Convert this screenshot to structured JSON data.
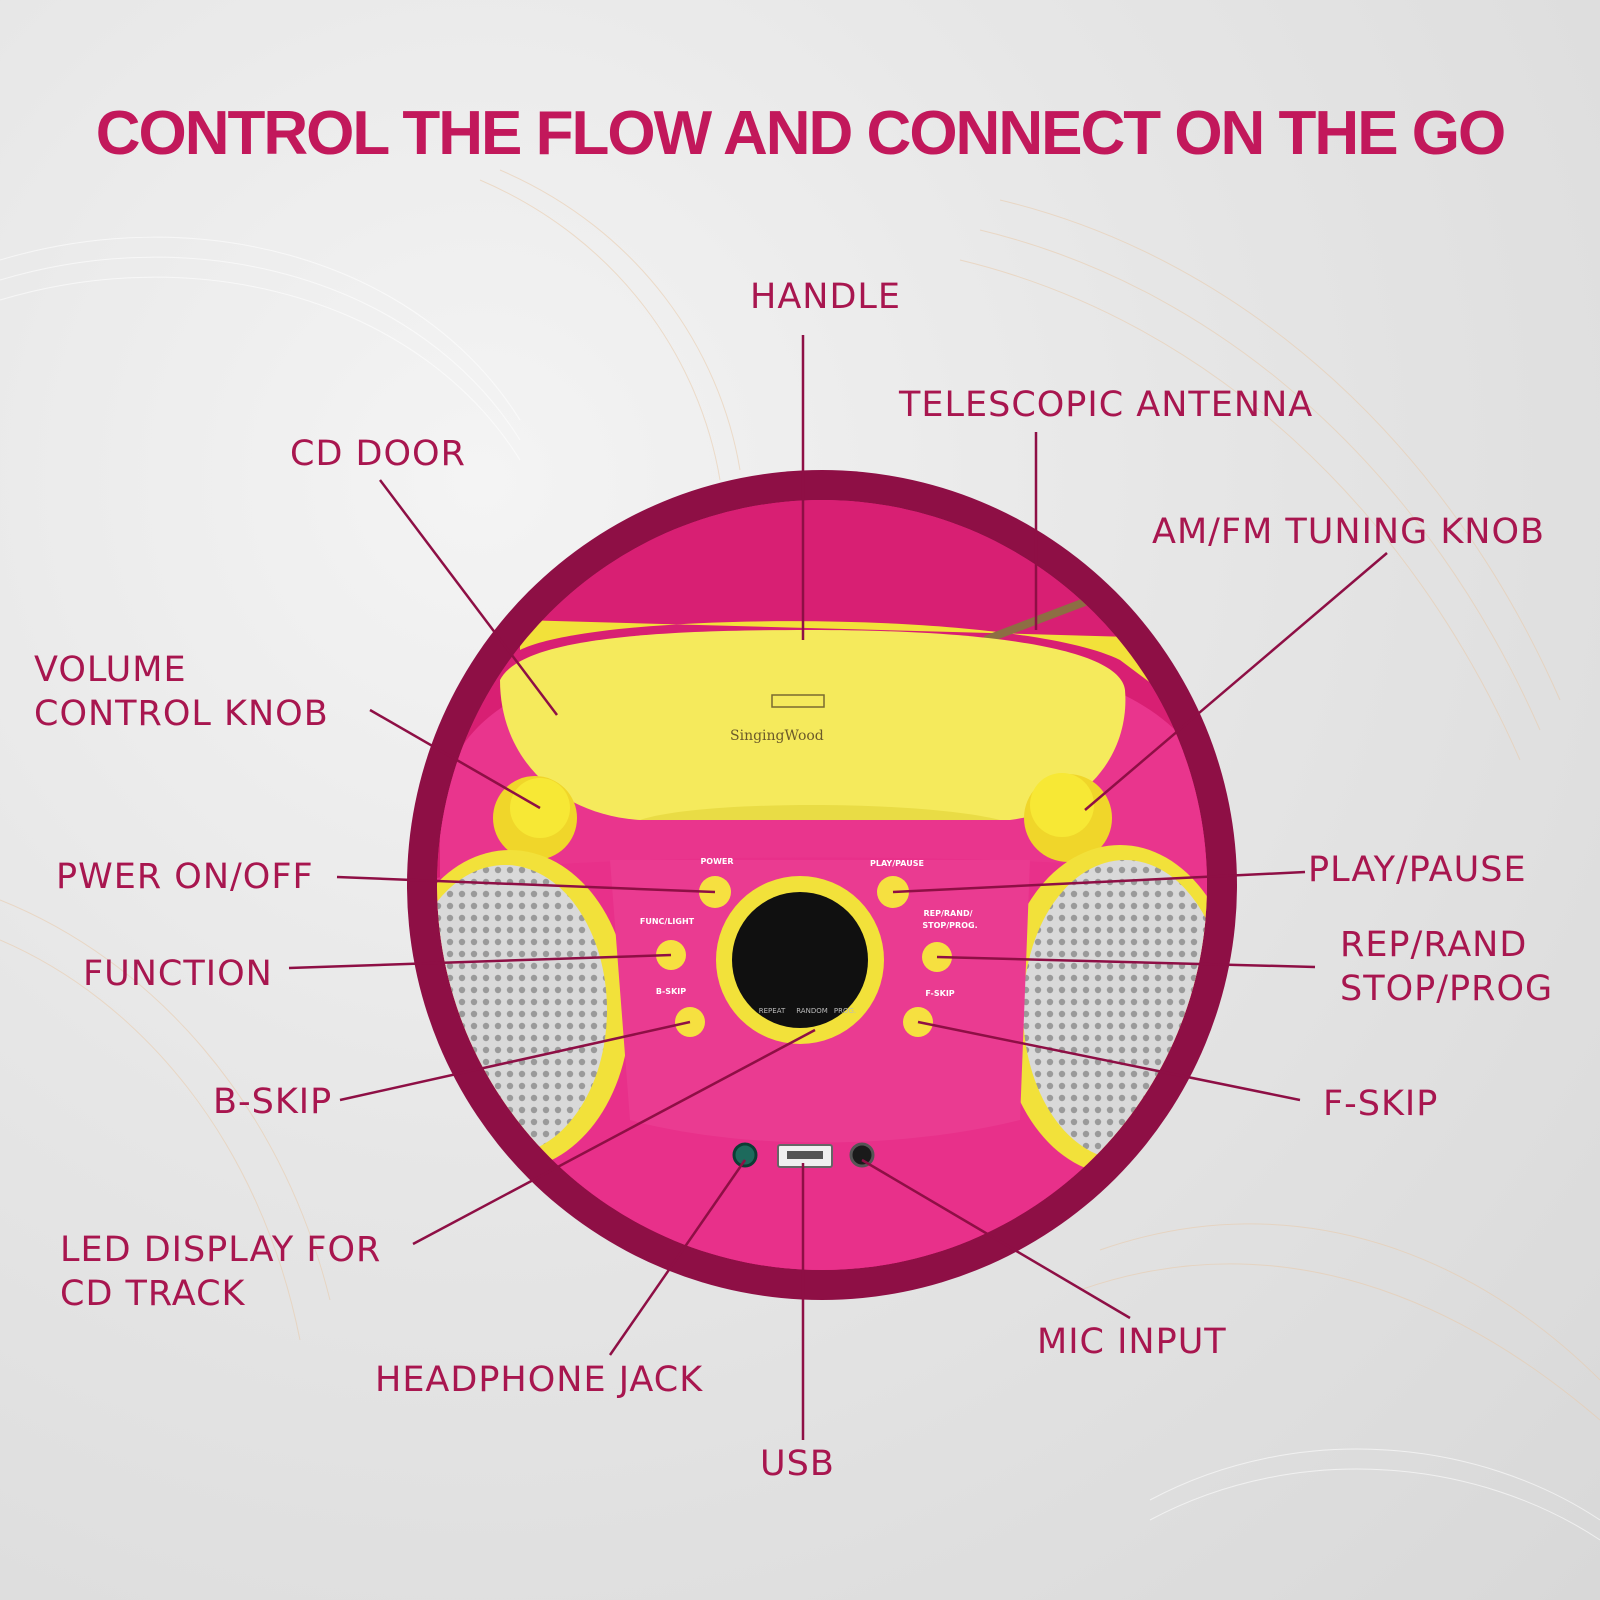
{
  "headline": "CONTROL THE FLOW AND CONNECT ON THE GO",
  "colors": {
    "accent": "#c2185b",
    "label_text": "#a8164f",
    "ring": "#8e0f45",
    "body_pink": "#e42a84",
    "yellow": "#f6e53a",
    "leader_line": "#8e0f45"
  },
  "labels": {
    "handle": "HANDLE",
    "telescopic_antenna": "TELESCOPIC ANTENNA",
    "cd_door": "CD DOOR",
    "am_fm_tuning_knob": "AM/FM TUNING KNOB",
    "volume_control_knob": [
      "VOLUME",
      "CONTROL KNOB"
    ],
    "power": "PWER ON/OFF",
    "play_pause": "PLAY/PAUSE",
    "function": "FUNCTION",
    "rep_rand_stop_prog": [
      "REP/RAND",
      "STOP/PROG"
    ],
    "b_skip": "B-SKIP",
    "f_skip": "F-SKIP",
    "led_display": [
      "LED DISPLAY FOR",
      "CD TRACK"
    ],
    "headphone_jack": "HEADPHONE JACK",
    "usb": "USB",
    "mic_input": "MIC INPUT"
  },
  "device_text": {
    "brand": "SingingWood",
    "power_btn": "POWER",
    "play_pause_btn": "PLAY/PAUSE",
    "func_light_btn": "FUNC/LIGHT",
    "rep_rand_btn": "REP/RAND/",
    "stop_prog_btn": "STOP/PROG.",
    "b_skip_btn": "B-SKIP",
    "f_skip_btn": "F-SKIP",
    "display_repeat": "REPEAT",
    "display_random": "RANDOM",
    "display_prog": "PROG."
  }
}
